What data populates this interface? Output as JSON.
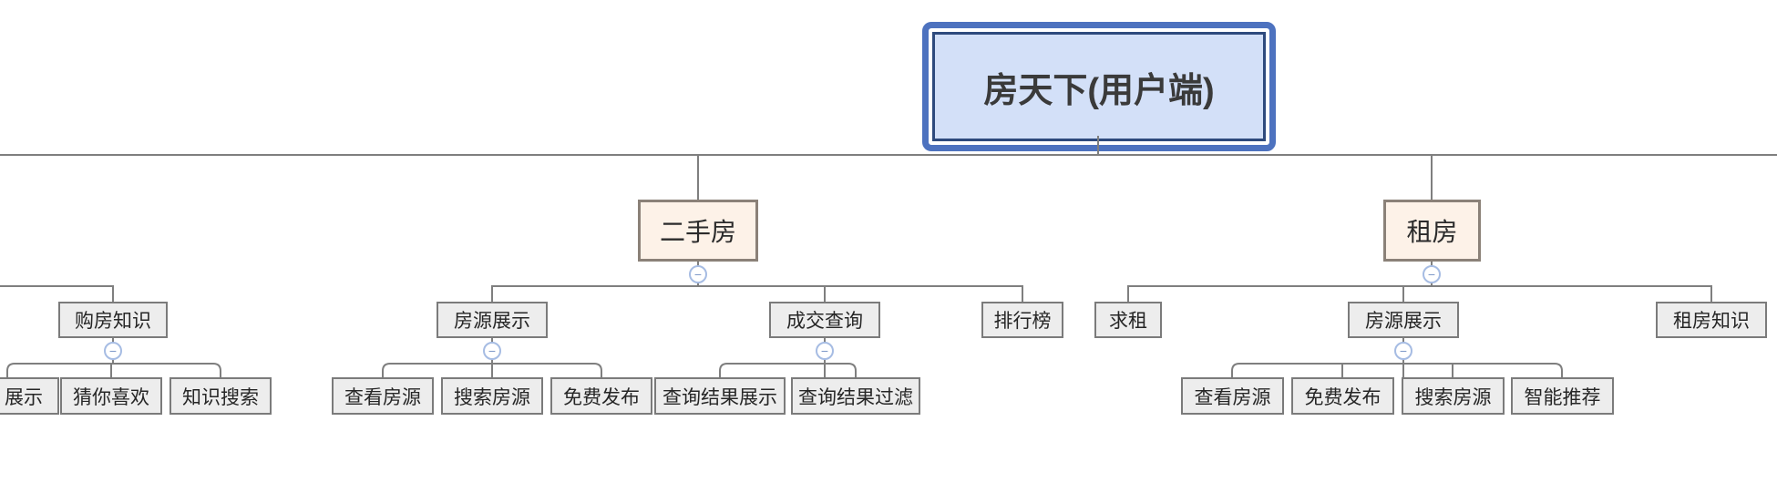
{
  "ui": {
    "collapse_glyph": "−"
  },
  "colors": {
    "root_fill": "#d3e0f8",
    "root_border": "#2e4a7d",
    "root_selection_ring": "#4d72bf",
    "branch_fill": "#fdf2e8",
    "branch_border": "#8b8178",
    "topic_fill": "#ededed",
    "topic_border": "#7b7b7b",
    "connector_line": "#7f7f7f",
    "collapse_border": "#a6bce3"
  },
  "tree": {
    "root": {
      "label": "房天下(用户端)"
    },
    "left_branch_offscreen": {
      "children": [
        {
          "label": "购房知识",
          "children": [
            {
              "label": "展示"
            },
            {
              "label": "猜你喜欢"
            },
            {
              "label": "知识搜索"
            }
          ]
        }
      ]
    },
    "branches": [
      {
        "label": "二手房",
        "children": [
          {
            "label": "房源展示",
            "children": [
              {
                "label": "查看房源"
              },
              {
                "label": "搜索房源"
              },
              {
                "label": "免费发布"
              }
            ]
          },
          {
            "label": "成交查询",
            "children": [
              {
                "label": "查询结果展示"
              },
              {
                "label": "查询结果过滤"
              }
            ]
          },
          {
            "label": "排行榜"
          }
        ]
      },
      {
        "label": "租房",
        "children": [
          {
            "label": "求租"
          },
          {
            "label": "房源展示",
            "children": [
              {
                "label": "查看房源"
              },
              {
                "label": "免费发布"
              },
              {
                "label": "搜索房源"
              },
              {
                "label": "智能推荐"
              }
            ]
          },
          {
            "label": "租房知识"
          }
        ]
      }
    ]
  }
}
